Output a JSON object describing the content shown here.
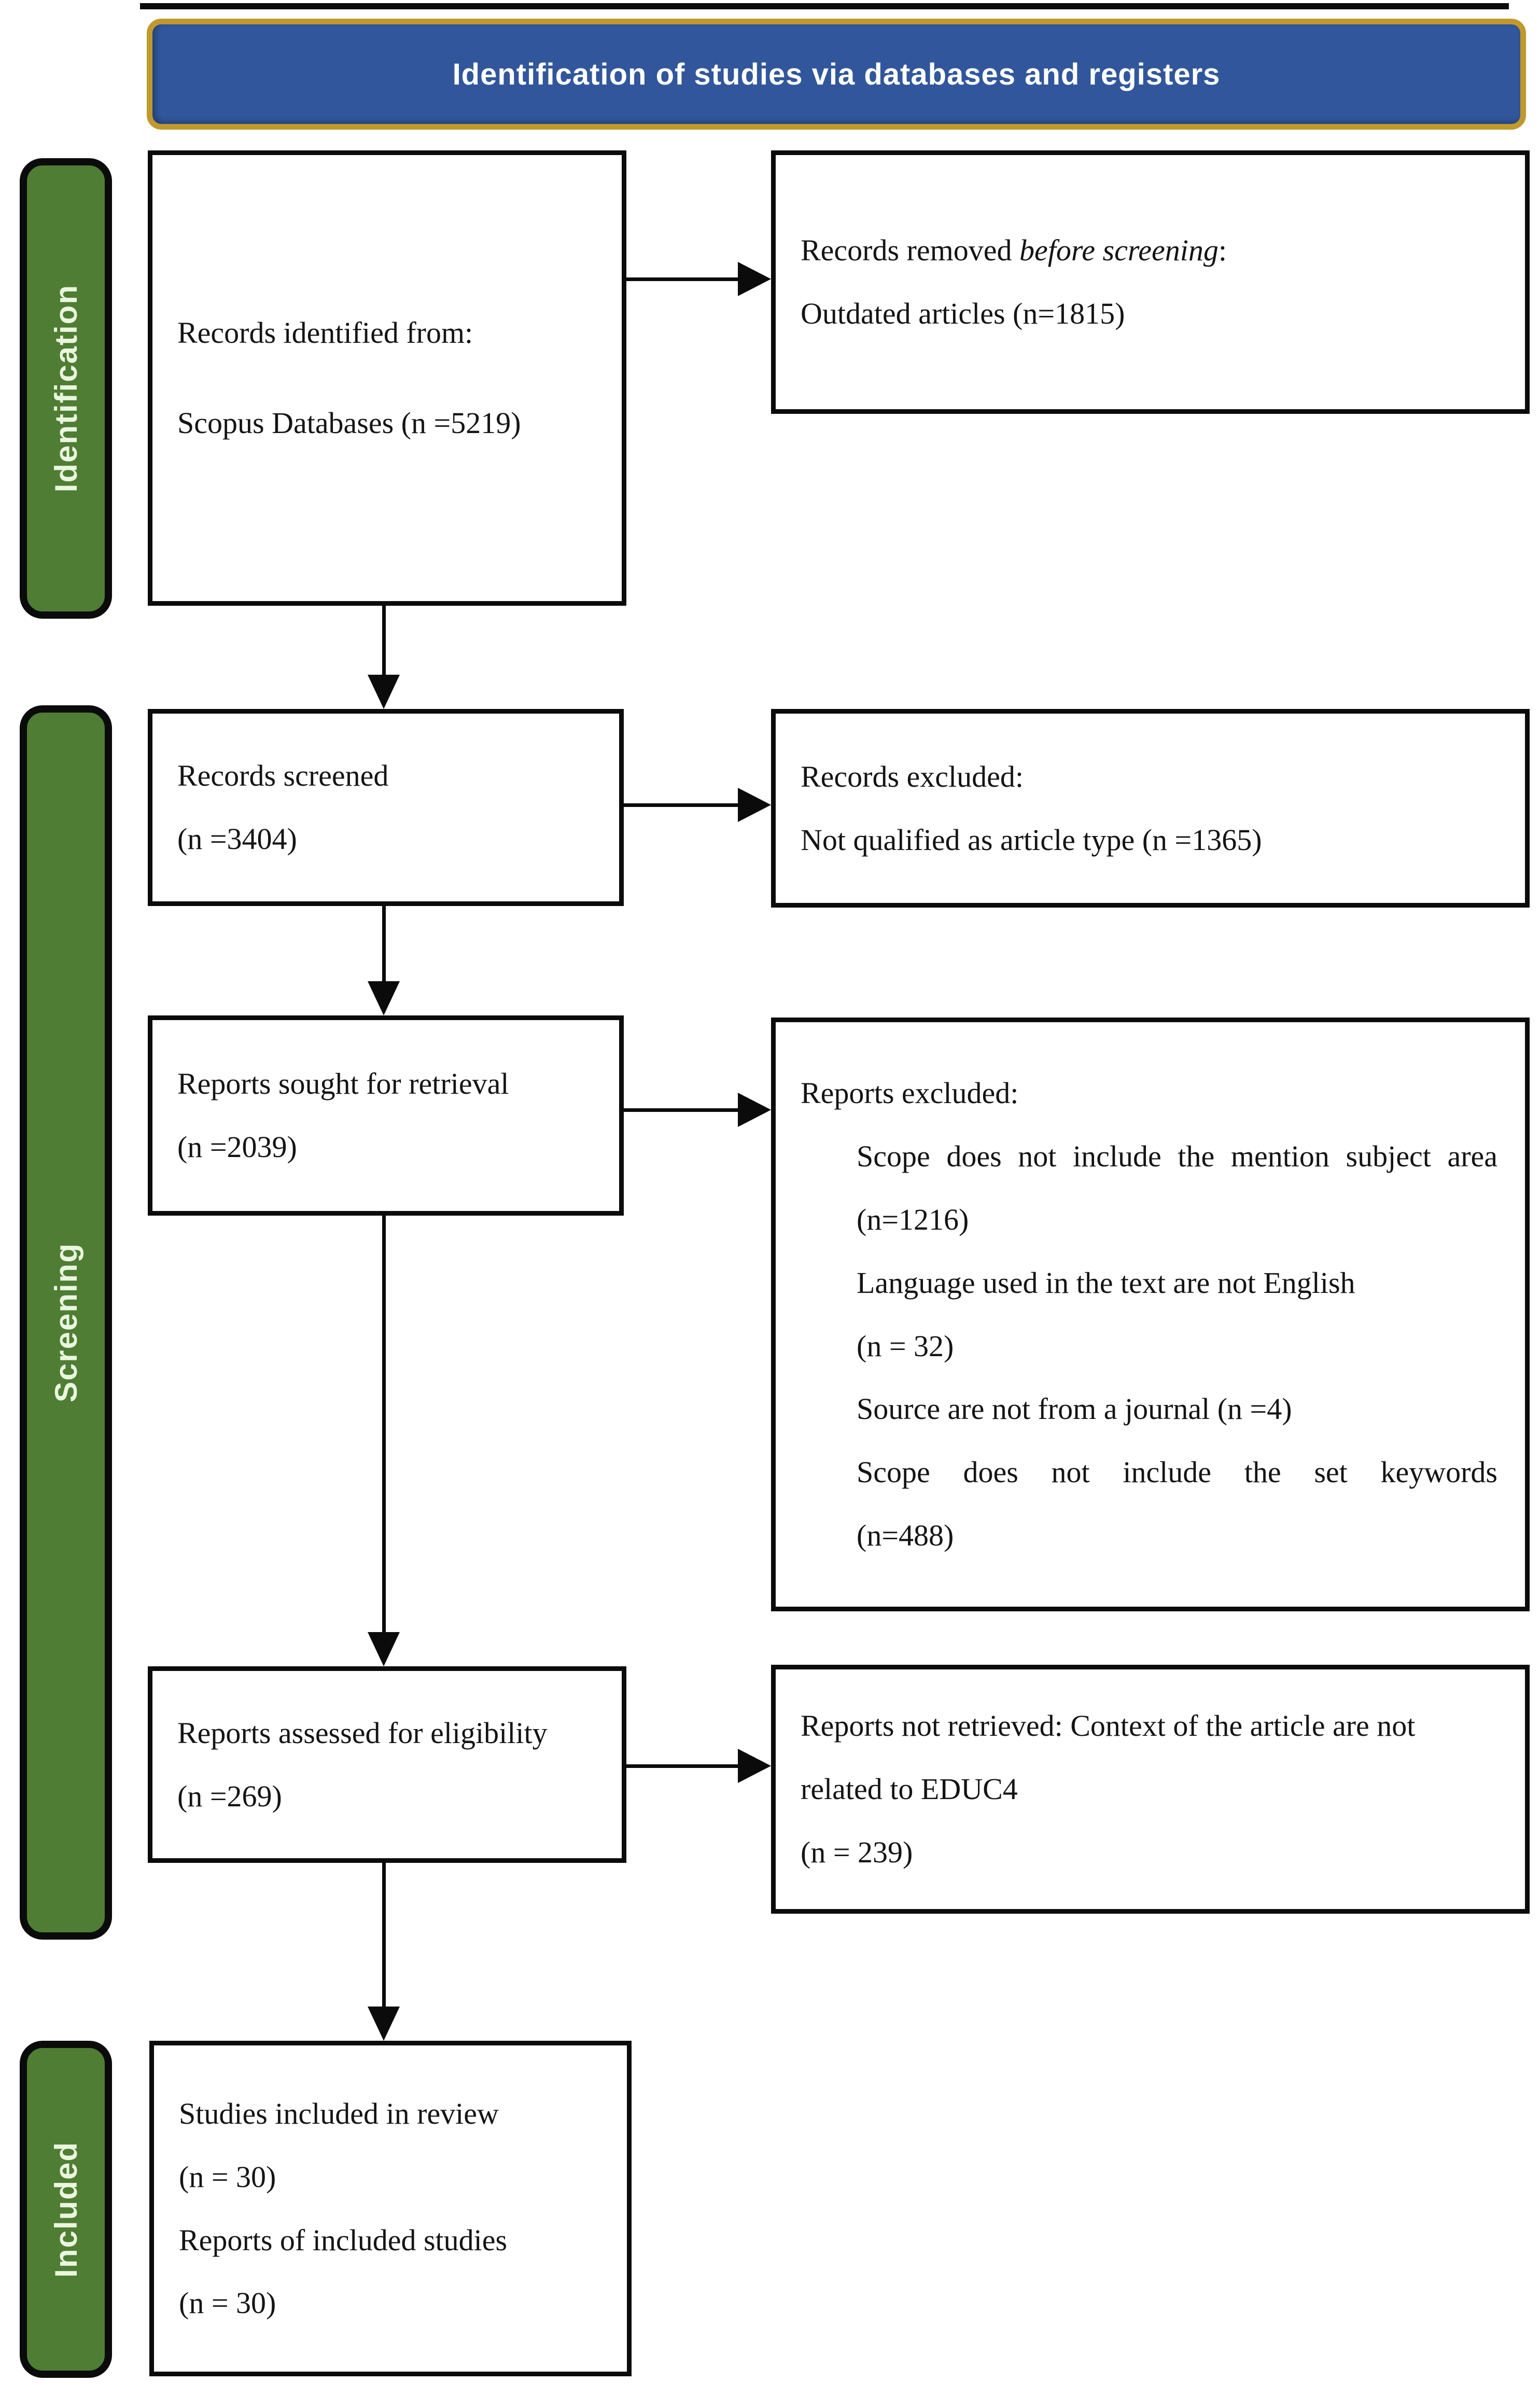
{
  "header": {
    "title": "Identification of studies via databases and registers"
  },
  "stages": {
    "identification": {
      "label": "Identification"
    },
    "screening": {
      "label": "Screening"
    },
    "included": {
      "label": "Included"
    }
  },
  "boxes": {
    "records_identified": {
      "lines": [
        "Records identified from:",
        "Scopus Databases (n =5219)"
      ]
    },
    "records_removed": {
      "prefix": "Records removed ",
      "italic": "before screening",
      "suffix": ":",
      "line2": "Outdated articles (n=1815)"
    },
    "records_screened": {
      "lines": [
        "Records screened",
        "(n =3404)"
      ]
    },
    "records_excluded": {
      "lines": [
        "Records excluded:",
        "Not qualified as article type (n =1365)"
      ]
    },
    "reports_sought": {
      "lines": [
        "Reports sought for retrieval",
        "(n =2039)"
      ]
    },
    "reports_excluded": {
      "heading": "Reports excluded:",
      "items": [
        "Scope does not include the mention subject area",
        "(n=1216)",
        "Language used in the text are not English",
        "(n = 32)",
        "Source are not from a journal (n =4)",
        "Scope does not include the set keywords",
        "(n=488)"
      ]
    },
    "reports_assessed": {
      "lines": [
        "Reports assessed for eligibility",
        "(n =269)"
      ]
    },
    "reports_not_retrieved": {
      "lines": [
        "Reports not retrieved: Context of the article are not",
        "related to EDUC4",
        "(n = 239)"
      ]
    },
    "studies_included": {
      "lines": [
        "Studies included in review",
        "(n = 30)",
        "Reports of included studies",
        "(n = 30)"
      ]
    }
  },
  "colors": {
    "title_fill": "#31569b",
    "title_border_gold": "#c0992e",
    "stage_green": "#4e7d33",
    "stage_text": "#eaf6de",
    "box_border": "#0b0b0b",
    "text": "#141414"
  }
}
